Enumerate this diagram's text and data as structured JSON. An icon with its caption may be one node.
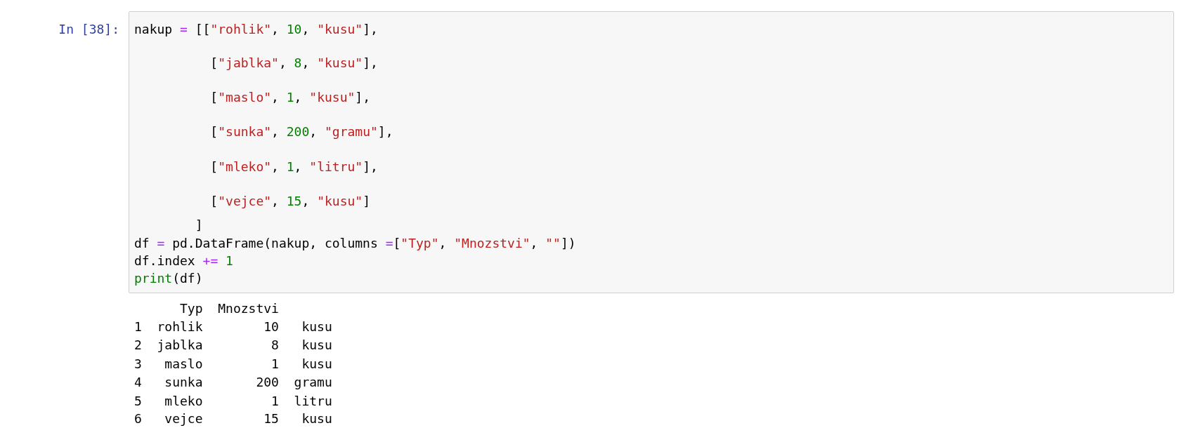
{
  "diagram": {
    "labels": [
      "In [38]:",
      "nakup = [[\"rohlik\", 10, \"kusu\"],",
      "          [\"jablka\", 8, \"kusu\"],",
      "          [\"maslo\", 1, \"kusu\"],",
      "          [\"sunka\", 200, \"gramu\"],",
      "          [\"mleko\", 1, \"litru\"],",
      "          [\"vejce\", 15, \"kusu\"]",
      "        ]",
      "df = pd.DataFrame(nakup, columns =[\"Typ\", \"Mnozstvi\", \"\"])",
      "df.index += 1",
      "print(df)",
      "      Typ  Mnozstvi",
      "1  rohlik        10   kusu",
      "2  jablka         8   kusu",
      "3   maslo         1   kusu",
      "4   sunka       200  gramu",
      "5   mleko         1  litru",
      "6   vejce        15   kusu"
    ]
  }
}
